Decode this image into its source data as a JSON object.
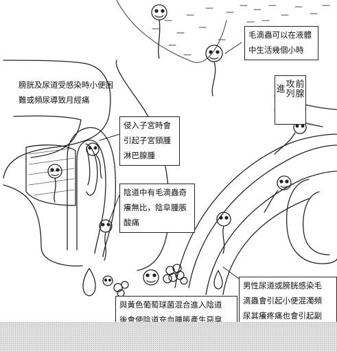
{
  "captions": {
    "trich_lifespan": "毛滴蟲可以在液體\n中生活幾個小時",
    "bladder": "膀胱及尿道受感染時小便困\n難或頻尿導致月經痛",
    "uterus": "侵入子宮時會\n引起子宮頸腫\n淋巴腺腫",
    "vagina": "陰道中有毛滴蟲奇\n癢無比，陰阜腫脹\n酸痛",
    "staph": "與黃色葡萄球菌混合進入陰道\n後會使陰道充血腫脹產生惡臭",
    "male": "男性尿道或膀胱感染毛\n滴蟲會引起小便混濁頻\n尿其癢疼痛也會引起副"
  },
  "prostate_label": {
    "col1": "前腺",
    "col2": "攻列",
    "col3": "進"
  }
}
